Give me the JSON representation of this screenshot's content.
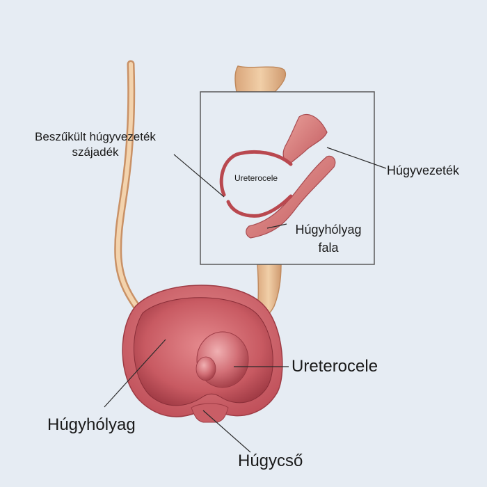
{
  "labels": {
    "narrowed_orifice": {
      "line1": "Beszűkült húgyvezeték",
      "line2": "szájadék"
    },
    "inset_ureterocele": "Ureterocele",
    "ureter": "Húgyvezeték",
    "bladder_wall": {
      "line1": "Húgyhólyag",
      "line2": "fala"
    },
    "ureterocele": "Ureterocele",
    "bladder": "Húgyhólyag",
    "urethra": "Húgycső"
  },
  "colors": {
    "background": "#e6ecf3",
    "ureter": "#e8be92",
    "bladder_outer": "#d5656c",
    "bladder_inner": "#b9454f",
    "label_text": "#1a1a1a",
    "leader_line": "#2a2a2a",
    "inset_border": "#5a5a5a"
  }
}
